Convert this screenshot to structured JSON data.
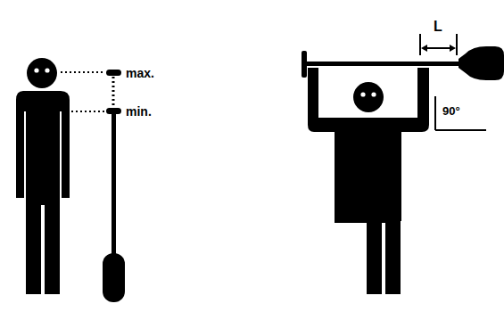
{
  "diagram": {
    "labels": [
      "max.",
      "min.",
      "L",
      "90°"
    ]
  }
}
